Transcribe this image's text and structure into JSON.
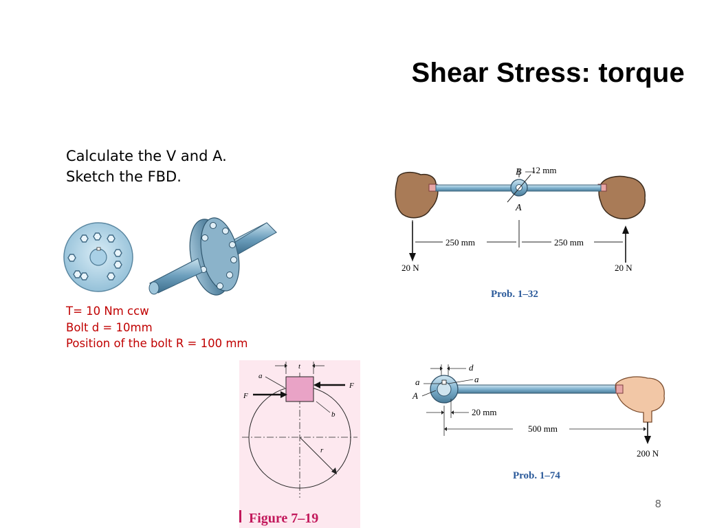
{
  "slide": {
    "title": "Shear Stress: torque",
    "instructions": [
      "Calculate the V and A.",
      "Sketch the FBD."
    ],
    "given": [
      "T= 10 Nm ccw",
      "Bolt d = 10mm",
      "Position of the bolt R = 100 mm"
    ],
    "page_number": "8"
  },
  "prob_1_32": {
    "label_b": "B",
    "label_a": "A",
    "dim_bolt": "12 mm",
    "dim_left": "250 mm",
    "dim_right": "250 mm",
    "force_left": "20 N",
    "force_right": "20 N",
    "caption": "Prob. 1–32"
  },
  "figure_7_19": {
    "label_t": "t",
    "label_a": "a",
    "label_f_left": "F",
    "label_f_right": "F",
    "label_b": "b",
    "label_r": "r",
    "caption": "Figure 7–19"
  },
  "prob_1_74": {
    "label_d": "d",
    "label_a_left": "a",
    "label_a_right": "a",
    "label_A": "A",
    "dim_small": "20 mm",
    "dim_long": "500 mm",
    "force": "200 N",
    "caption": "Prob. 1–74"
  }
}
